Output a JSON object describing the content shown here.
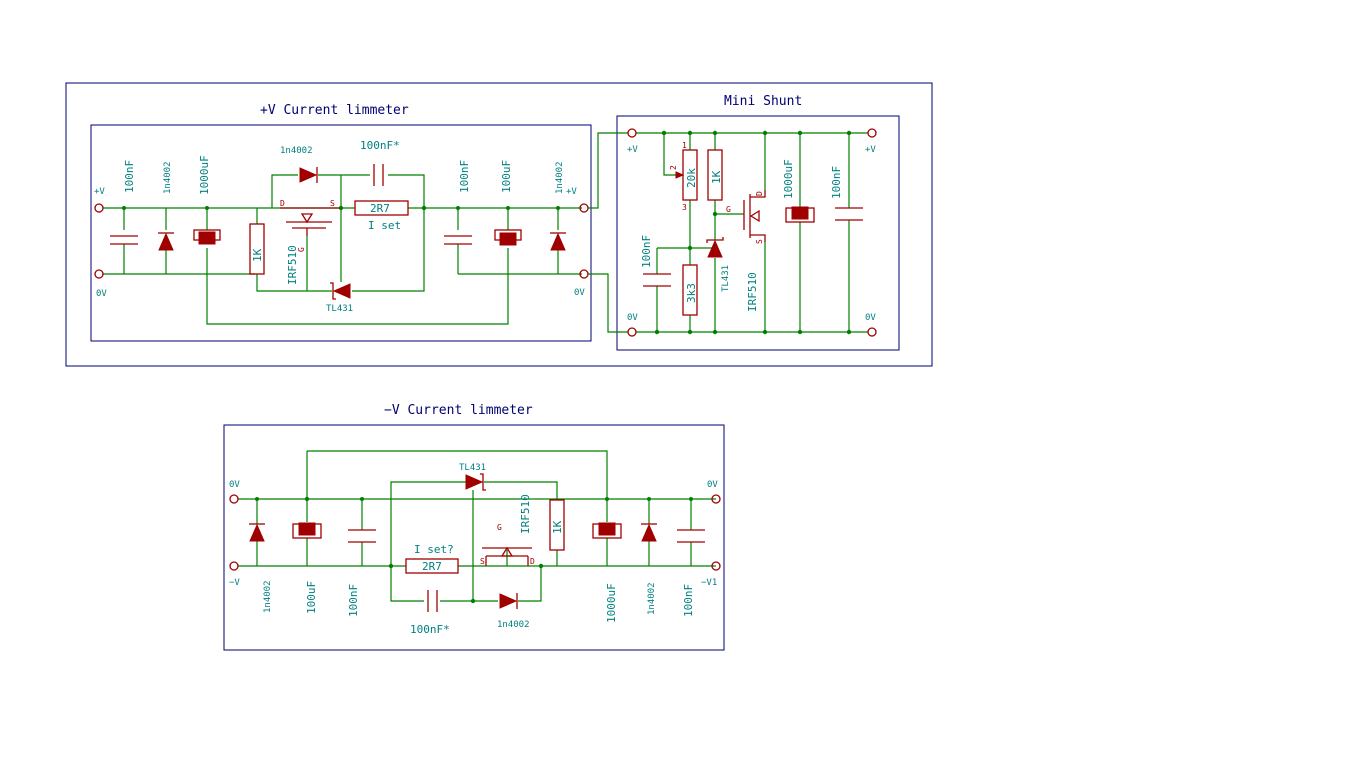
{
  "sections": {
    "plus": {
      "title": "+V Current limmeter"
    },
    "shunt": {
      "title": "Mini Shunt"
    },
    "minus": {
      "title": "−V Current limmeter"
    }
  },
  "labels": {
    "p_in_v": "+V",
    "p_in_0v": "0V",
    "p_out_v": "+V",
    "p_out_0v": "0V",
    "p_c1": "100nF",
    "p_d1": "1n4002",
    "p_c2": "1000uF",
    "p_d2": "1n4002",
    "p_c3": "100nF*",
    "p_r2r7": "2R7",
    "p_iset": "I set",
    "p_r1k": "1K",
    "p_q": "IRF510",
    "p_u": "TL431",
    "p_c4": "100nF",
    "p_c5": "100uF",
    "p_d3": "1n4002",
    "pin_d": "D",
    "pin_s": "S",
    "pin_g": "G",
    "s_v_in": "+V",
    "s_0v_in": "0V",
    "s_v_out": "+V",
    "s_0v_out": "0V",
    "s_c1": "100nF",
    "s_rv": "20k",
    "s_r1k": "1K",
    "s_r3k3": "3k3",
    "s_u": "TL431",
    "s_q": "IRF510",
    "s_c2": "1000uF",
    "s_c3": "100nF",
    "pin_1": "1",
    "pin_2": "2",
    "pin_3": "3",
    "m_in_0v": "0V",
    "m_in_v": "−V",
    "m_out_0v": "0V",
    "m_out_v": "−V1",
    "m_d1": "1n4002",
    "m_c1": "100uF",
    "m_c2": "100nF",
    "m_u": "TL431",
    "m_q": "IRF510",
    "m_r1k": "1K",
    "m_r2r7": "2R7",
    "m_iset": "I set?",
    "m_c3": "100nF*",
    "m_d2": "1n4002",
    "m_c4": "1000uF",
    "m_d3": "1n4002",
    "m_c5": "100nF"
  },
  "colors": {
    "wire": "#008000",
    "component": "#a00000",
    "label": "#008080",
    "frame": "#000070"
  }
}
